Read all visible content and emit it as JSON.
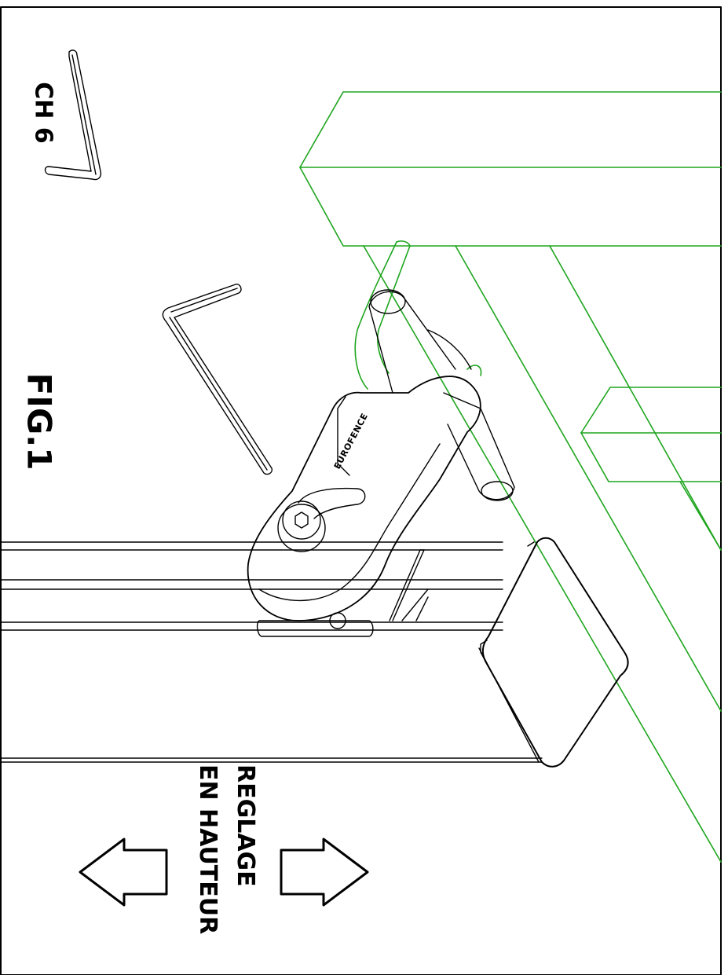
{
  "figure": {
    "title": "FIG.1",
    "tool_label": "CH 6",
    "direction_label_line1": "REGLAGE",
    "direction_label_line2": "EN HAUTEUR",
    "brand_mark": "EUROFENCE"
  },
  "colors": {
    "frame": "#000000",
    "panel": "#1ea51e",
    "line": "#000000",
    "background": "#ffffff"
  }
}
